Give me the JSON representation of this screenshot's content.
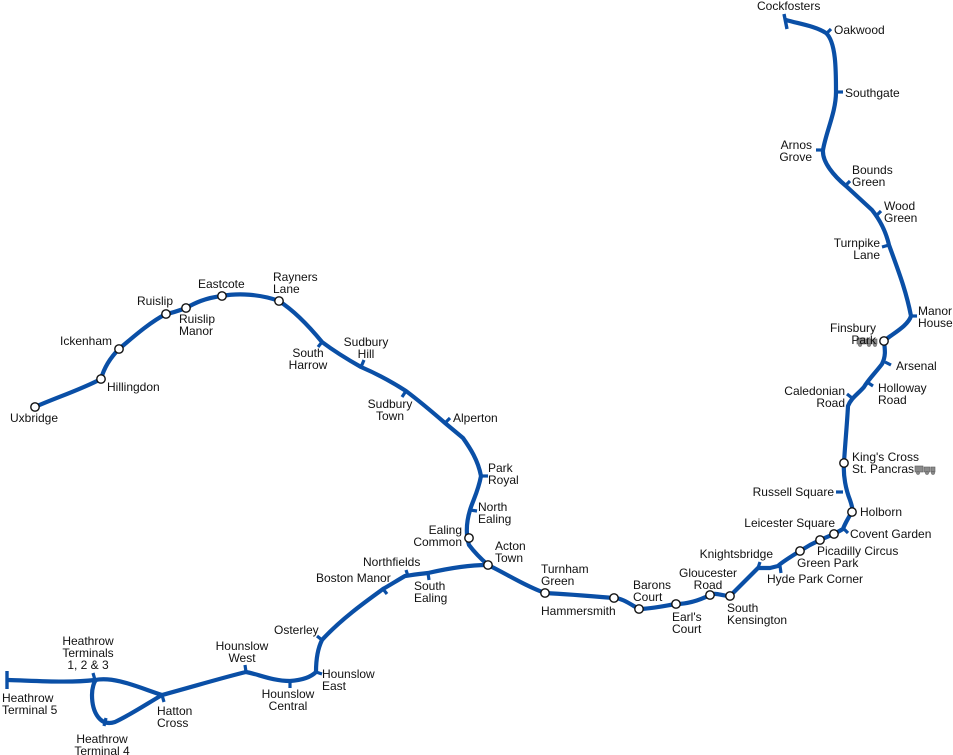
{
  "line_color": "#0a4fa6",
  "rail_icon": "national-rail-train-icon",
  "stations": {
    "cockfosters": [
      "Cockfosters"
    ],
    "oakwood": [
      "Oakwood"
    ],
    "southgate": [
      "Southgate"
    ],
    "arnos_grove": [
      "Arnos",
      "Grove"
    ],
    "bounds_green": [
      "Bounds",
      "Green"
    ],
    "wood_green": [
      "Wood",
      "Green"
    ],
    "turnpike_lane": [
      "Turnpike",
      "Lane"
    ],
    "manor_house": [
      "Manor",
      "House"
    ],
    "finsbury_park": [
      "Finsbury",
      "Park"
    ],
    "arsenal": [
      "Arsenal"
    ],
    "holloway_road": [
      "Holloway",
      "Road"
    ],
    "caledonian_road": [
      "Caledonian",
      "Road"
    ],
    "kings_cross": [
      "King's Cross",
      "St. Pancras"
    ],
    "russell_square": [
      "Russell Square"
    ],
    "holborn": [
      "Holborn"
    ],
    "covent_garden": [
      "Covent Garden"
    ],
    "leicester_square": [
      "Leicester Square"
    ],
    "piccadilly_circus": [
      "Picadilly Circus"
    ],
    "green_park": [
      "Green Park"
    ],
    "hyde_park_corner": [
      "Hyde Park Corner"
    ],
    "knightsbridge": [
      "Knightsbridge"
    ],
    "south_kensington": [
      "South",
      "Kensington"
    ],
    "gloucester_road": [
      "Gloucester",
      "Road"
    ],
    "earls_court": [
      "Earl's",
      "Court"
    ],
    "barons_court": [
      "Barons",
      "Court"
    ],
    "hammersmith": [
      "Hammersmith"
    ],
    "turnham_green": [
      "Turnham",
      "Green"
    ],
    "acton_town": [
      "Acton",
      "Town"
    ],
    "ealing_common": [
      "Ealing",
      "Common"
    ],
    "north_ealing": [
      "North",
      "Ealing"
    ],
    "park_royal": [
      "Park",
      "Royal"
    ],
    "alperton": [
      "Alperton"
    ],
    "sudbury_town": [
      "Sudbury",
      "Town"
    ],
    "sudbury_hill": [
      "Sudbury",
      "Hill"
    ],
    "south_harrow": [
      "South",
      "Harrow"
    ],
    "rayners_lane": [
      "Rayners",
      "Lane"
    ],
    "eastcote": [
      "Eastcote"
    ],
    "ruislip_manor": [
      "Ruislip",
      "Manor"
    ],
    "ruislip": [
      "Ruislip"
    ],
    "ickenham": [
      "Ickenham"
    ],
    "hillingdon": [
      "Hillingdon"
    ],
    "uxbridge": [
      "Uxbridge"
    ],
    "south_ealing": [
      "South",
      "Ealing"
    ],
    "northfields": [
      "Northfields"
    ],
    "boston_manor": [
      "Boston Manor"
    ],
    "osterley": [
      "Osterley"
    ],
    "hounslow_east": [
      "Hounslow",
      "East"
    ],
    "hounslow_central": [
      "Hounslow",
      "Central"
    ],
    "hounslow_west": [
      "Hounslow",
      "West"
    ],
    "hatton_cross": [
      "Hatton",
      "Cross"
    ],
    "heathrow_123": [
      "Heathrow",
      "Terminals",
      "1, 2 & 3"
    ],
    "heathrow_4": [
      "Heathrow",
      "Terminal 4"
    ],
    "heathrow_5": [
      "Heathrow",
      "Terminal 5"
    ]
  }
}
